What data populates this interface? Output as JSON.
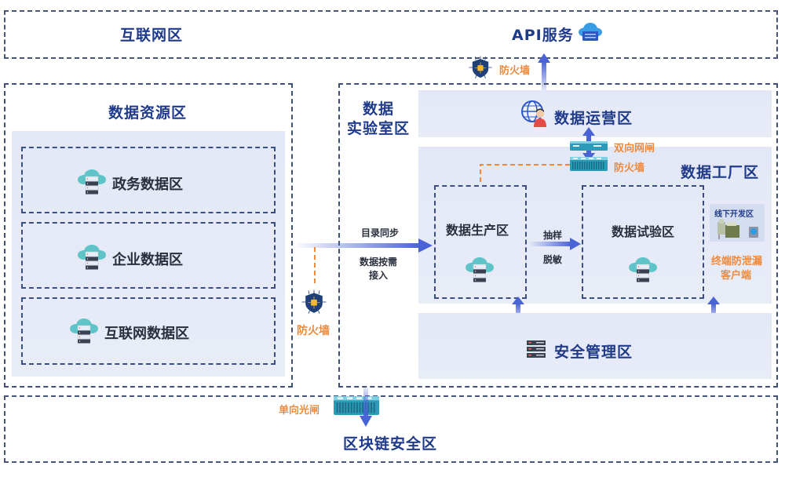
{
  "zones": {
    "internet": {
      "title": "互联网区",
      "api_service": "API服务"
    },
    "data_resource": {
      "title": "数据资源区",
      "items": [
        {
          "label": "政务数据区"
        },
        {
          "label": "企业数据区"
        },
        {
          "label": "互联网数据区"
        }
      ]
    },
    "data_lab": {
      "title_line1": "数据",
      "title_line2": "实验室区",
      "operations": {
        "title": "数据运营区"
      },
      "factory": {
        "title": "数据工厂区",
        "production": {
          "title": "数据生产区"
        },
        "experiment": {
          "title": "数据试验区"
        },
        "offline_dev": {
          "title": "线下开发区"
        },
        "dlp_client_line1": "终端防泄漏",
        "dlp_client_line2": "客户端"
      },
      "security": {
        "title": "安全管理区"
      }
    },
    "blockchain": {
      "title": "区块链安全区"
    }
  },
  "connectors": {
    "firewall_top": "防火墙",
    "firewall_left": "防火墙",
    "bidirectional_gateway": "双向网闸",
    "firewall_factory": "防火墙",
    "one_way_gateway": "单向光闸",
    "catalog_sync": "目录同步",
    "on_demand_line1": "数据按需",
    "on_demand_line2": "接入",
    "sampling": "抽样",
    "desensitize": "脱敏"
  },
  "colors": {
    "title_blue": "#1f3a8a",
    "orange_label": "#ee8a3e",
    "dashed_border": "#3f4f78",
    "panel_bg": "#e4e9f6",
    "arrow_blue": "#4a63d6",
    "cloud_teal": "#5fc4c8",
    "server_dark": "#3a4150"
  }
}
